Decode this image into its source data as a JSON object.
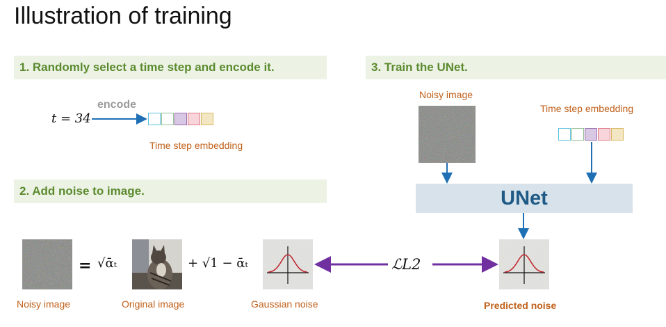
{
  "title": "Illustration of training",
  "step1": {
    "heading": "1. Randomly select a time step and encode it.",
    "t_label": "t = 34",
    "encode_label": "encode",
    "embedding_label": "Time step embedding"
  },
  "step2": {
    "heading": "2. Add noise to image.",
    "equals": "=",
    "sqrt_alpha": "√ᾱₜ",
    "plus_sqrt": "+ √1 − ᾱₜ",
    "noisy_label": "Noisy image",
    "original_label": "Original image",
    "gaussian_label": "Gaussian noise"
  },
  "step3": {
    "heading": "3. Train the UNet.",
    "noisy_label": "Noisy image",
    "embedding_label": "Time step embedding",
    "unet_label": "UNet",
    "predicted_label": "Predicted noise"
  },
  "loss_label": "ℒL2",
  "colors": {
    "step_bg": "#ecf3e4",
    "step_text": "#5b8a2f",
    "label_orange": "#c0601a",
    "arrow_blue": "#1f6fb5",
    "arrow_purple": "#7030a0",
    "unet_bg": "#d7e2ea",
    "unet_text": "#1f5a87",
    "embedding_cells": [
      "#5bc0de",
      "#8fbf8f",
      "#9b6fb0",
      "#e07a8a",
      "#d8b860"
    ],
    "embedding_fills": [
      "#ffffff",
      "#ffffff",
      "#d9c8e3",
      "#f7d5da",
      "#f3e6c2"
    ]
  }
}
